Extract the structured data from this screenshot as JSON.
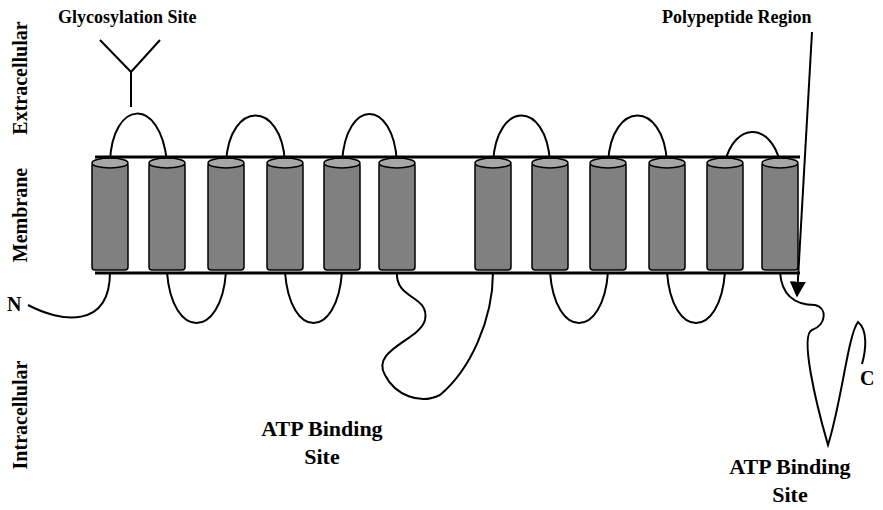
{
  "diagram": {
    "labels": [
      "Extracellular",
      "Membrane",
      "Intracellular",
      "Glycosylation Site",
      "Polypeptide Region",
      "ATP Binding Site",
      "ATP Binding Site",
      "N",
      "C"
    ]
  }
}
